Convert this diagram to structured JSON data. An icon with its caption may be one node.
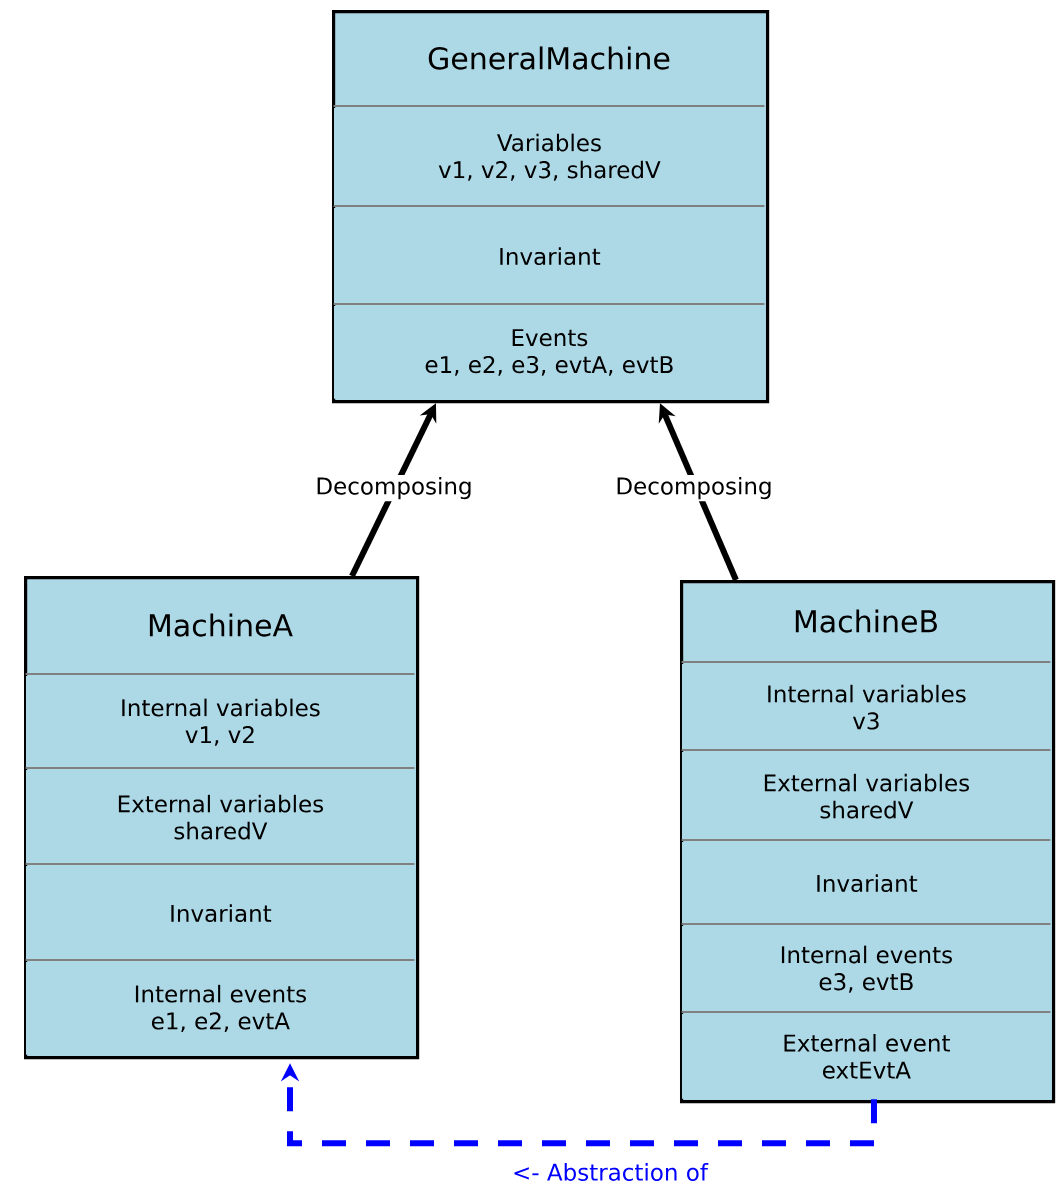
{
  "diagram": {
    "nodes": [
      {
        "text": [
          "GeneralMachine"
        ]
      },
      {
        "text": [
          "Variables",
          "v1, v2, v3, sharedV"
        ],
        "in": 0
      },
      {
        "text": [
          "Invariant"
        ],
        "in": 0
      },
      {
        "text": [
          "Events",
          "e1, e2, e3, evtA, evtB"
        ],
        "in": 0
      },
      {
        "text": [
          "MachineA"
        ]
      },
      {
        "text": [
          "Internal variables",
          "v1, v2"
        ],
        "in": 4
      },
      {
        "text": [
          "External variables",
          "sharedV"
        ],
        "in": 4
      },
      {
        "text": [
          "Invariant"
        ],
        "in": 4
      },
      {
        "text": [
          "Internal events",
          "e1, e2, evtA"
        ],
        "in": 4
      },
      {
        "text": [
          "MachineB"
        ]
      },
      {
        "text": [
          "Internal variables",
          "v3"
        ],
        "in": 9
      },
      {
        "text": [
          "External variables",
          "sharedV"
        ],
        "in": 9
      },
      {
        "text": [
          "Invariant"
        ],
        "in": 9
      },
      {
        "text": [
          "Internal events",
          "e3, evtB"
        ],
        "in": 9
      },
      {
        "text": [
          "External event",
          "extEvtA"
        ],
        "in": 9
      }
    ],
    "edges": [
      {
        "from": 4,
        "to": 0,
        "arrow": "to",
        "label": "Decomposing"
      },
      {
        "from": 9,
        "to": 0,
        "arrow": "to",
        "label": "Decomposing"
      },
      {
        "from": 14,
        "to": 8,
        "arrow": "to",
        "label": "<- Abstraction of",
        "style": "dashed",
        "color": "#0000ff"
      }
    ]
  }
}
